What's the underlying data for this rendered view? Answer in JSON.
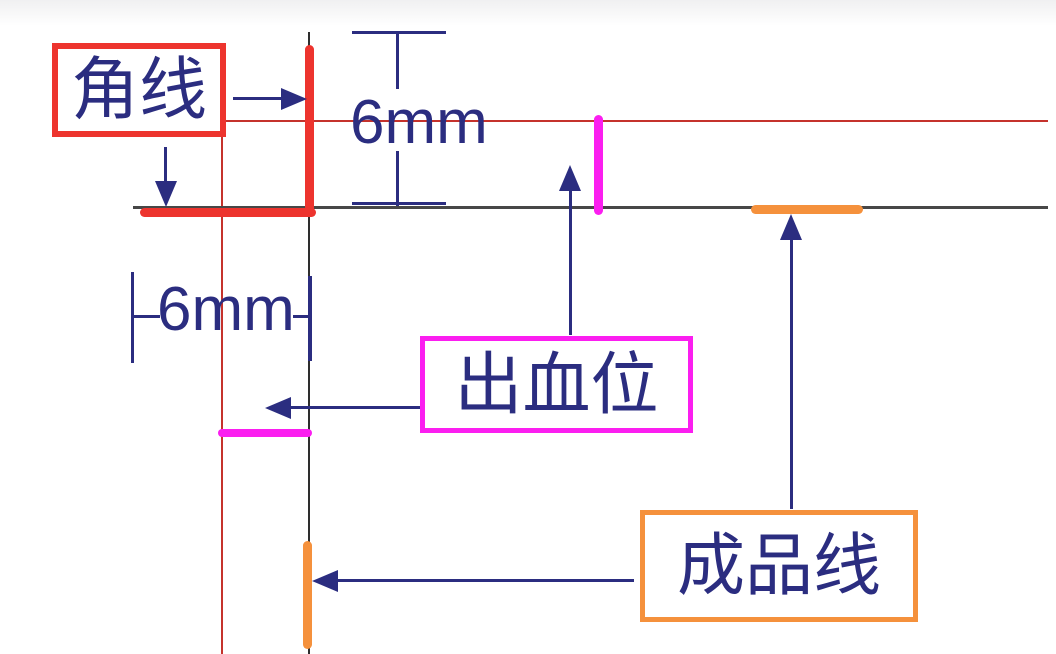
{
  "diagram": {
    "labels": {
      "corner_mark": "角线",
      "bleed": "出血位",
      "trim": "成品线"
    },
    "measurements": {
      "top_gap": "6mm",
      "left_gap": "6mm"
    },
    "colors": {
      "corner-red": "#ed342e",
      "bleed-magenta": "#fb1ef0",
      "trim-orange": "#f5913c",
      "annotation-navy": "#2b2d80",
      "bleed-line-red": "#c5322c",
      "trim-line-dark": "#474747"
    }
  }
}
